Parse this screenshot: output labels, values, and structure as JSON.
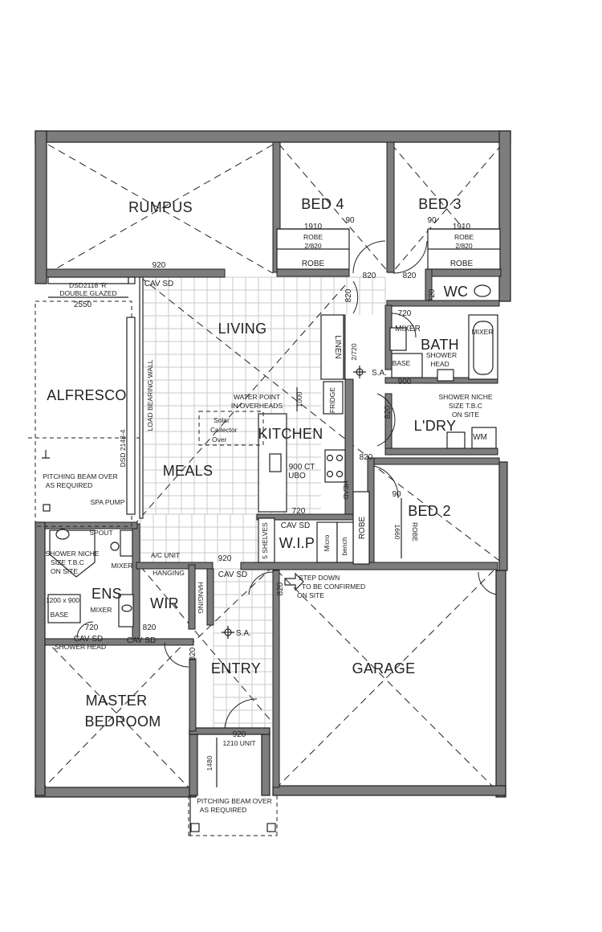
{
  "rooms": {
    "rumpus": "RUMPUS",
    "bed4": "BED 4",
    "bed3": "BED 3",
    "wc": "WC",
    "living": "LIVING",
    "linen": "LINEN",
    "bath": "BATH",
    "alfresco": "ALFRESCO",
    "kitchen": "KITCHEN",
    "laundry": "L'DRY",
    "meals": "MEALS",
    "bed2": "BED 2",
    "wip": "W.I.P",
    "ens": "ENS",
    "wir": "WIR",
    "entry": "ENTRY",
    "garage": "GARAGE",
    "master_line1": "MASTER",
    "master_line2": "BEDROOM"
  },
  "labels": {
    "robe": "ROBE",
    "robe_size": "2/820",
    "robe_width": "1910",
    "dim_90": "90",
    "dim_920": "920",
    "dim_820": "820",
    "dim_720": "720",
    "dim_1000": "1000",
    "dim_2720": "2/720",
    "dim_1660": "1660",
    "dim_1480": "1480",
    "dim_1210_unit": "1210 UNIT",
    "dim_900": "900",
    "cav_sd": "CAV SD",
    "dsd_line1": "DSD2118 'R'",
    "dsd_line2": "DOUBLE GLAZED",
    "dsd_width": "2550",
    "dsd_side": "DSD 2148-4",
    "load_bearing": "LOAD BEARING WALL",
    "water_point_1": "WATER POINT",
    "water_point_2": "IN OVERHEADS",
    "solar_1": "Solar",
    "solar_2": "Collector",
    "solar_3": "Over",
    "oven": "900 CT",
    "ubo": "UBO",
    "pitching_1": "PITCHING BEAM OVER",
    "pitching_2": "AS REQUIRED",
    "spa_pump": "SPA PUMP",
    "spout": "SPOUT",
    "mixer": "MIXER",
    "mixer_caps": "MIXER",
    "shower_niche_1": "SHOWER NICHE",
    "shower_niche_2": "SIZE T.B.C",
    "shower_niche_3": "ON SITE",
    "shower_head_1": "SHOWER",
    "shower_head_2": "HEAD",
    "shower_head": "SHOWER HEAD",
    "base": "BASE",
    "base_size": "1200 x 900",
    "ac_unit": "A/C UNIT",
    "hanging": "HANGING",
    "sa": "S.A.",
    "step_down_1": "STEP DOWN",
    "step_down_2": "TO BE CONFIRMED",
    "step_down_3": "ON SITE",
    "shelves": "5 SHELVES",
    "fridge": "FRIDGE",
    "wm": "WM",
    "bench": "bench",
    "micro": "Micro"
  }
}
